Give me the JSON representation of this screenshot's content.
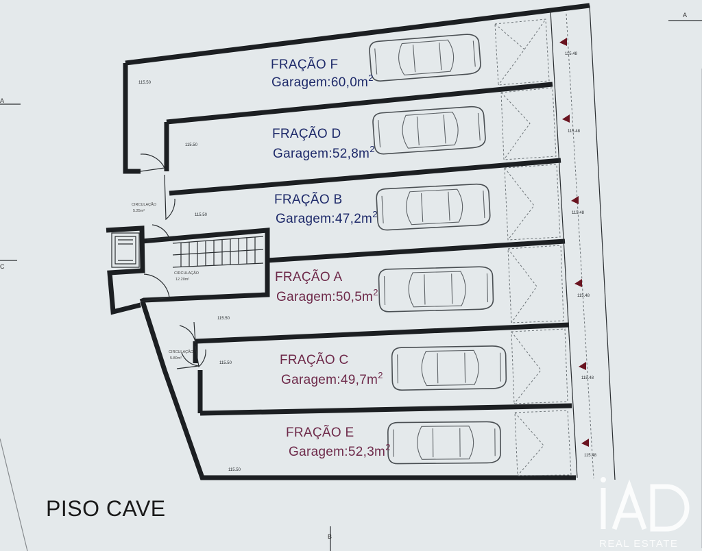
{
  "drawing": {
    "title": "PISO CAVE",
    "section_marks": {
      "top_right": "A",
      "left_top": "A",
      "left_mid": "C",
      "bottom": "B"
    },
    "level_tag": "115.50",
    "level_tag_right": "115.48"
  },
  "units": [
    {
      "title": "FRAÇÃO F",
      "area_label": "Garagem:60,0m",
      "superscript": "2",
      "color": "#1e2a6a"
    },
    {
      "title": "FRAÇÃO D",
      "area_label": "Garagem:52,8m",
      "superscript": "2",
      "color": "#1e2a6a"
    },
    {
      "title": "FRAÇÃO B",
      "area_label": "Garagem:47,2m",
      "superscript": "2",
      "color": "#1e2a6a"
    },
    {
      "title": "FRAÇÃO A",
      "area_label": "Garagem:50,5m",
      "superscript": "2",
      "color": "#6e2a4a"
    },
    {
      "title": "FRAÇÃO C",
      "area_label": "Garagem:49,7m",
      "superscript": "2",
      "color": "#6e2a4a"
    },
    {
      "title": "FRAÇÃO E",
      "area_label": "Garagem:52,3m",
      "superscript": "2",
      "color": "#6e2a4a"
    }
  ],
  "circulations": [
    {
      "name": "CIRCULAÇÃO",
      "area": "5.25m²"
    },
    {
      "name": "CIRCULAÇÃO",
      "area": "12.20m²"
    },
    {
      "name": "CIRCULAÇÃO",
      "area": "5.80m²"
    }
  ],
  "watermark": {
    "logo": "iAD",
    "text": "REAL ESTATE"
  }
}
